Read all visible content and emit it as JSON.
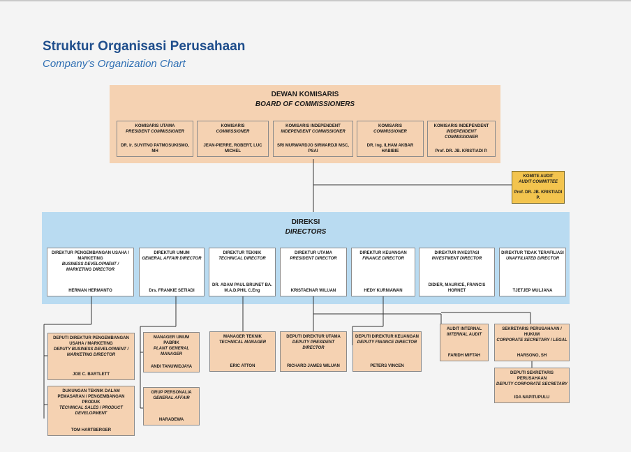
{
  "title": "Struktur Organisasi Perusahaan",
  "subtitle": "Company's Organization Chart",
  "board": {
    "title_id": "DEWAN KOMISARIS",
    "title_en": "BOARD OF COMMISSIONERS",
    "members": [
      {
        "role_id": "KOMISARIS UTAMA",
        "role_en": "PRESIDENT COMMISSIONER",
        "name": "DR. Ir. SUYITNO PATMOSUKISMO, MH"
      },
      {
        "role_id": "KOMISARIS",
        "role_en": "COMMISSIONER",
        "name": "JEAN-PIERRE, ROBERT, LUC MICHEL"
      },
      {
        "role_id": "KOMISARIS INDEPENDENT",
        "role_en": "INDEPENDENT COMMISSIONER",
        "name": "SRI MURWARDJO SIRMARDJI MSC, PSAI"
      },
      {
        "role_id": "KOMISARIS",
        "role_en": "COMMISSIONER",
        "name": "DR. Ing. ILHAM AKBAR HABIBIE"
      },
      {
        "role_id": "KOMISARIS INDEPENDENT",
        "role_en": "INDEPENDENT COMMISSIONER",
        "name": "Prof. DR. JB. KRISTIADI P."
      }
    ]
  },
  "audit": {
    "role_id": "KOMITE AUDIT",
    "role_en": "AUDIT COMMITTEE",
    "name": "Prof. DR. JB. KRISTIADI P."
  },
  "directors": {
    "title_id": "DIREKSI",
    "title_en": "DIRECTORS",
    "members": [
      {
        "role_id": "DIREKTUR PENGEMBANGAN USAHA / MARKETING",
        "role_en": "BUSINESS DEVELOPMENT / MARKETING DIRECTOR",
        "name": "HERMAN HERMANTO"
      },
      {
        "role_id": "DIREKTUR UMUM",
        "role_en": "GENERAL AFFAIR DIRECTOR",
        "name": "Drs. FRANKIE SETIADI"
      },
      {
        "role_id": "DIREKTUR TEKNIK",
        "role_en": "TECHNICAL DIRECTOR",
        "name": "DR. ADAM PAUL BRUNET BA. M.A.D.PHIL C.Eng"
      },
      {
        "role_id": "DIREKTUR UTAMA",
        "role_en": "PRESIDENT DIRECTOR",
        "name": "KRISTAENAR WILUAN"
      },
      {
        "role_id": "DIREKTUR KEUANGAN",
        "role_en": "FINANCE DIRECTOR",
        "name": "HEDY KURNIAWAN"
      },
      {
        "role_id": "DIREKTUR INVESTASI",
        "role_en": "INVESTMENT DIRECTOR",
        "name": "DIDIER, MAURICE, FRANCIS HORNET"
      },
      {
        "role_id": "DIREKTUR TIDAK TERAFILIASI",
        "role_en": "UNAFFILIATED DIRECTOR",
        "name": "TJETJEP MULJANA"
      }
    ]
  },
  "units": [
    {
      "role_id": "DEPUTI DIREKTUR PENGEMBANGAN USAHA / MARKETING",
      "role_en": "DEPUTY BUSINESS DEVELOPMENT / MARKETING DIRECTOR",
      "name": "JOE C. BARTLETT"
    },
    {
      "role_id": "DUKUNGAN TEKNIK DALAM PEMASARAN / PENGEMBANGAN PRODUK",
      "role_en": "TECHNICAL SALES / PRODUCT DEVELOPMENT",
      "name": "TOM HARTBERGER"
    },
    {
      "role_id": "MANAGER UMUM PABRIK",
      "role_en": "PLANT GENERAL MANAGER",
      "name": "ANDI TANUWIDJAYA"
    },
    {
      "role_id": "GRUP PERSONALIA",
      "role_en": "GENERAL AFFAIR",
      "name": "NARADEWA"
    },
    {
      "role_id": "MANAGER TEKNIK",
      "role_en": "TECHNICAL MANAGER",
      "name": "ERIC ATTON"
    },
    {
      "role_id": "DEPUTI DIREKTUR UTAMA",
      "role_en": "DEPUTY PRESIDENT DIRECTOR",
      "name": "RICHARD JAMES WILUAN"
    },
    {
      "role_id": "DEPUTI DIREKTUR KEUANGAN",
      "role_en": "DEPUTY FINANCE DIRECTOR",
      "name": "PETERS VINCEN"
    },
    {
      "role_id": "AUDIT INTERNAL",
      "role_en": "INTERNAL AUDIT",
      "name": "FARIDH MIFTAH"
    },
    {
      "role_id": "SEKRETARIS PERUSAHAAN / HUKUM",
      "role_en": "CORPORATE SECRETARY / LEGAL",
      "name": "HARSONO, SH"
    },
    {
      "role_id": "DEPUTI SEKRETARIS PERUSAHAAN",
      "role_en": "DEPUTY CORPORATE SECRETARY",
      "name": "IDA NAPITUPULU"
    }
  ]
}
